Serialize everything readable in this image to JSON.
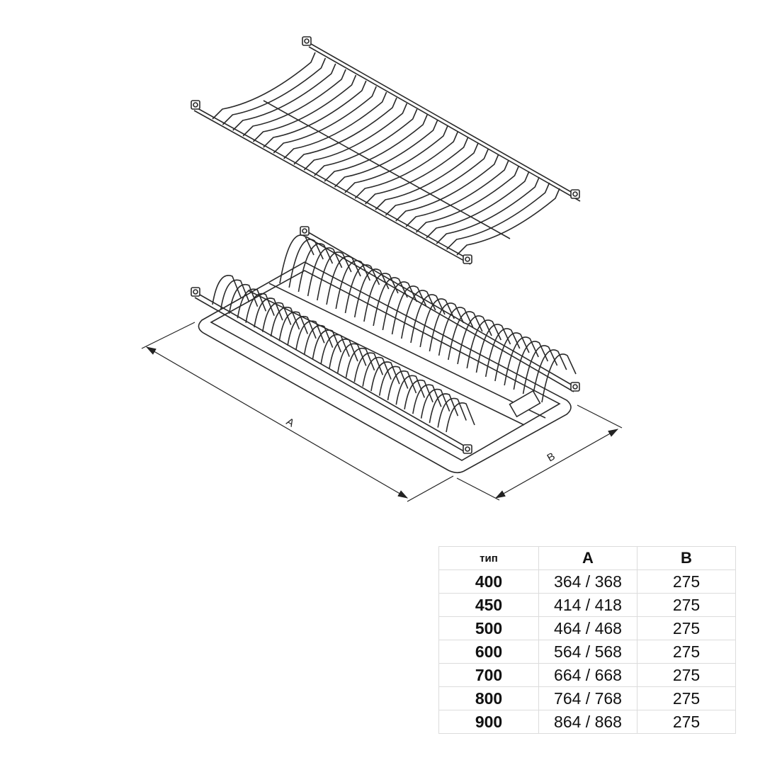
{
  "drawing": {
    "dimension_labels": {
      "a": "A",
      "b": "B"
    }
  },
  "table": {
    "headers": [
      "тип",
      "A",
      "B"
    ],
    "rows": [
      [
        "400",
        "364 / 368",
        "275"
      ],
      [
        "450",
        "414 / 418",
        "275"
      ],
      [
        "500",
        "464 / 468",
        "275"
      ],
      [
        "600",
        "564 / 568",
        "275"
      ],
      [
        "700",
        "664 / 668",
        "275"
      ],
      [
        "800",
        "764 / 768",
        "275"
      ],
      [
        "900",
        "864 / 868",
        "275"
      ]
    ]
  }
}
